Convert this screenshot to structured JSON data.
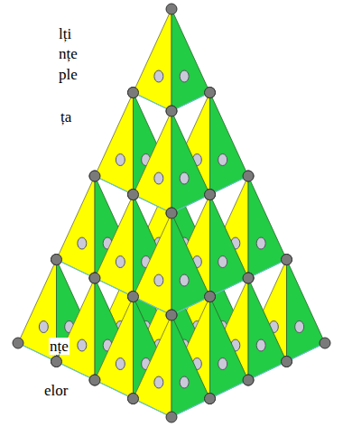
{
  "diagram": {
    "labels": [
      "lți",
      "nțe",
      "ple",
      "ța",
      "nțe",
      "elor"
    ]
  }
}
